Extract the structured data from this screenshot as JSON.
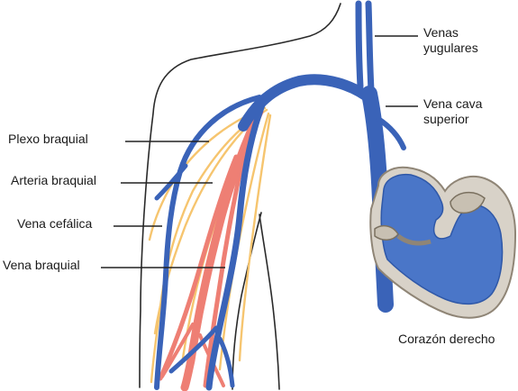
{
  "labels": {
    "venas_yugulares_1": "Venas",
    "venas_yugulares_2": "yugulares",
    "vena_cava_1": "Vena cava",
    "vena_cava_2": "superior",
    "plexo_braquial": "Plexo braquial",
    "arteria_braquial": "Arteria braquial",
    "vena_cefalica": "Vena cefálica",
    "vena_braquial": "Vena braquial",
    "corazon_derecho": "Corazón derecho"
  },
  "colors": {
    "vein": "#3a63b8",
    "vein_light": "#5a86d4",
    "artery": "#ee7f74",
    "nerve": "#f6c56f",
    "outline": "#2a2a2a",
    "heart_wall": "#b3a99b",
    "leader": "#222222"
  }
}
